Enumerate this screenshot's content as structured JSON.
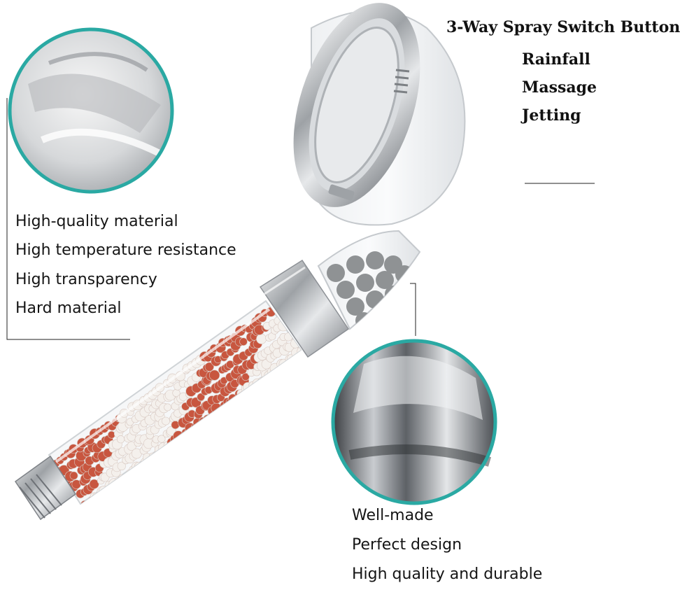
{
  "spray_switch": {
    "title": "3-Way Spray Switch Button",
    "modes": [
      "Rainfall",
      "Massage",
      "Jetting"
    ]
  },
  "material_features": [
    "High-quality material",
    "High temperature resistance",
    "High transparency",
    "Hard material"
  ],
  "quality_features": [
    "Well-made",
    "Perfect design",
    "High quality and durable"
  ],
  "colors": {
    "ring_accent": "#2aa9a3",
    "chrome": "#b9bcc0",
    "bead_red": "#c8563f",
    "bead_white": "#f4f0ec",
    "bead_grey": "#8f9294"
  },
  "icons": {
    "product": "shower-head-illustration",
    "zoom_top": "magnified-material-circle",
    "zoom_bottom": "magnified-chrome-circle"
  }
}
